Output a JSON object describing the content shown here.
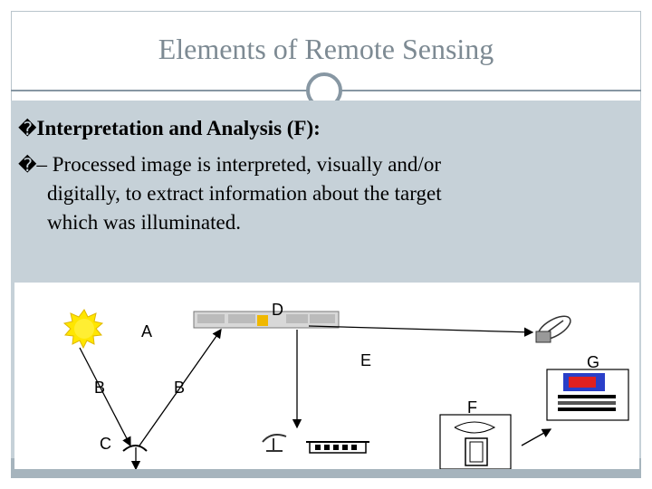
{
  "slide": {
    "title": "Elements of Remote Sensing",
    "bullet_glyph": "�",
    "point_1": "Interpretation and Analysis (F):",
    "point_2_line_1": "– Processed image is interpreted, visually and/or",
    "point_2_line_2": "digitally, to extract information about the target",
    "point_2_line_3": "which was illuminated."
  },
  "figure": {
    "labels": {
      "a": "A",
      "b1": "B",
      "b2": "B",
      "c": "C",
      "d": "D",
      "e": "E",
      "f": "F",
      "g": "G"
    },
    "colors": {
      "sun": "#ffe600",
      "line": "#000000"
    }
  }
}
